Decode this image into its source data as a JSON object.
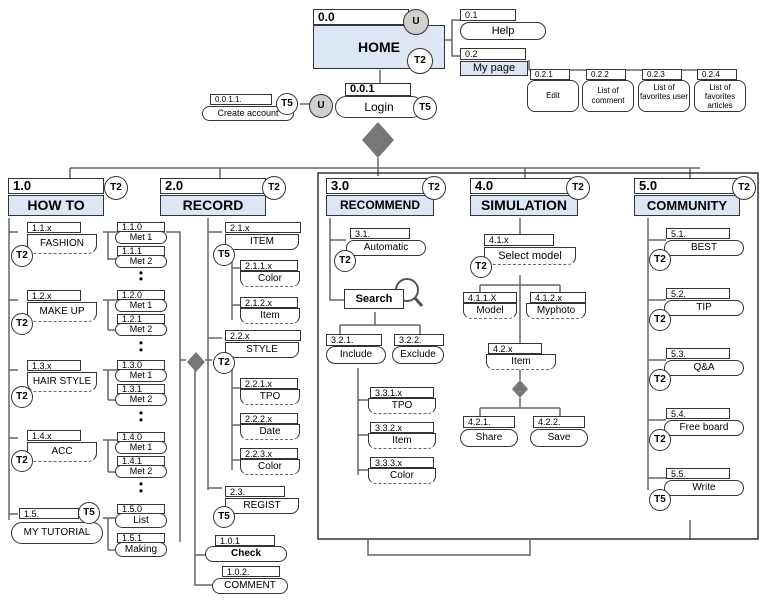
{
  "home": {
    "num": "0.0",
    "label": "HOME",
    "badge_u": "U",
    "badge_t": "T2"
  },
  "help": {
    "num": "0.1",
    "label": "Help"
  },
  "mypage": {
    "num": "0.2",
    "label": "My page",
    "children": [
      {
        "num": "0.2.1",
        "label": "Edit"
      },
      {
        "num": "0.2.2",
        "label": "List of comment"
      },
      {
        "num": "0.2.3",
        "label": "List of favorites user"
      },
      {
        "num": "0.2.4",
        "label": "List of favorites articles"
      }
    ]
  },
  "login": {
    "num": "0.0.1",
    "label": "Login",
    "badge_t": "T5",
    "badge_u": "U"
  },
  "create_account": {
    "num": "0.0.1.1.",
    "label": "Create account",
    "badge": "T5"
  },
  "howto": {
    "num": "1.0",
    "label": "HOW TO",
    "badge": "T2",
    "groups": [
      {
        "num": "1.1.x",
        "label": "FASHION",
        "badge": "T2",
        "m0": "1.1.0",
        "m1": "1.1.1"
      },
      {
        "num": "1.2.x",
        "label": "MAKE UP",
        "badge": "T2",
        "m0": "1.2.0",
        "m1": "1.2.1"
      },
      {
        "num": "1.3.x",
        "label": "HAIR STYLE",
        "badge": "T2",
        "m0": "1.3.0",
        "m1": "1.3.1"
      },
      {
        "num": "1.4.x",
        "label": "ACC",
        "badge": "T2",
        "m0": "1.4.0",
        "m1": "1.4.1"
      }
    ],
    "met1": "Met 1",
    "met2": "Met 2",
    "tutorial": {
      "num": "1.5.",
      "label": "MY TUTORIAL",
      "badge": "T5"
    },
    "list": {
      "num": "1.5.0",
      "label": "List"
    },
    "making": {
      "num": "1.5.1",
      "label": "Making"
    },
    "check": {
      "num": "1.0.1",
      "label": "Check"
    },
    "comment": {
      "num": "1.0.2.",
      "label": "COMMENT"
    }
  },
  "record": {
    "num": "2.0",
    "label": "RECORD",
    "badge": "T2",
    "item": {
      "num": "2.1.x",
      "label": "ITEM",
      "badge": "T5"
    },
    "color1": {
      "num": "2.1.1.x",
      "label": "Color"
    },
    "item2": {
      "num": "2.1.2.x",
      "label": "Item"
    },
    "style": {
      "num": "2.2.x",
      "label": "STYLE",
      "badge": "T2"
    },
    "tpo": {
      "num": "2.2.1.x",
      "label": "TPO"
    },
    "date": {
      "num": "2.2.2.x",
      "label": "Date"
    },
    "color2": {
      "num": "2.2.3.x",
      "label": "Color"
    },
    "regist": {
      "num": "2.3.",
      "label": "REGIST",
      "badge": "T5"
    }
  },
  "recommend": {
    "num": "3.0",
    "label": "RECOMMEND",
    "badge": "T2",
    "automatic": {
      "num": "3.1.",
      "label": "Automatic",
      "badge": "T2"
    },
    "search": "Search",
    "include": {
      "num": "3.2.1.",
      "label": "Include"
    },
    "exclude": {
      "num": "3.2.2.",
      "label": "Exclude"
    },
    "tpo": {
      "num": "3.3.1.x",
      "label": "TPO"
    },
    "item": {
      "num": "3.3.2.x",
      "label": "Item"
    },
    "color": {
      "num": "3.3.3.x",
      "label": "Color"
    }
  },
  "simulation": {
    "num": "4.0",
    "label": "SIMULATION",
    "badge": "T2",
    "select": {
      "num": "4.1.x",
      "label": "Select model",
      "badge": "T2"
    },
    "model": {
      "num": "4.1.1.X",
      "label": "Model"
    },
    "myphoto": {
      "num": "4.1.2.x",
      "label": "Myphoto"
    },
    "item": {
      "num": "4.2.x",
      "label": "Item"
    },
    "share": {
      "num": "4.2.1.",
      "label": "Share"
    },
    "save": {
      "num": "4.2.2.",
      "label": "Save"
    }
  },
  "community": {
    "num": "5.0",
    "label": "COMMUNITY",
    "badge": "T2",
    "items": [
      {
        "num": "5.1.",
        "label": "BEST",
        "badge": "T2"
      },
      {
        "num": "5.2.",
        "label": "TIP",
        "badge": "T2"
      },
      {
        "num": "5.3.",
        "label": "Q&A",
        "badge": "T2"
      },
      {
        "num": "5.4.",
        "label": "Free board",
        "badge": "T2"
      },
      {
        "num": "5.5.",
        "label": "Write",
        "badge": "T5"
      }
    ]
  },
  "ellipsis": "•"
}
